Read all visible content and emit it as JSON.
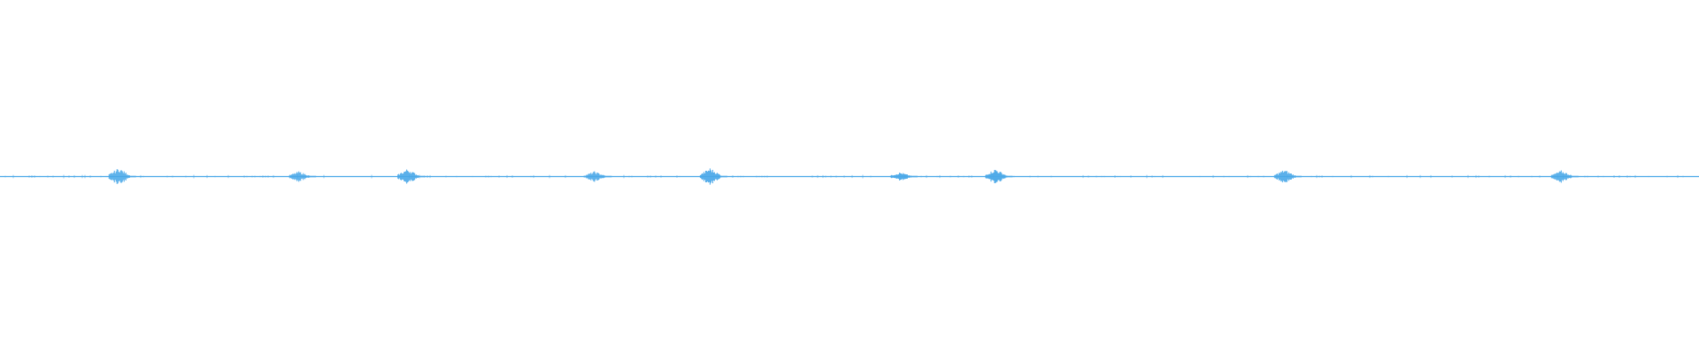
{
  "waveform": {
    "color": "#4aa8e8",
    "baseline_color": "#4aa8e8",
    "background": "#ffffff",
    "amplitude_peaks": [
      {
        "time_fraction": 0.072,
        "level": 0.05
      },
      {
        "time_fraction": 0.178,
        "level": 0.03
      },
      {
        "time_fraction": 0.242,
        "level": 0.045
      },
      {
        "time_fraction": 0.352,
        "level": 0.03
      },
      {
        "time_fraction": 0.42,
        "level": 0.05
      },
      {
        "time_fraction": 0.532,
        "level": 0.025
      },
      {
        "time_fraction": 0.588,
        "level": 0.045
      },
      {
        "time_fraction": 0.758,
        "level": 0.04
      },
      {
        "time_fraction": 0.921,
        "level": 0.035
      }
    ]
  }
}
